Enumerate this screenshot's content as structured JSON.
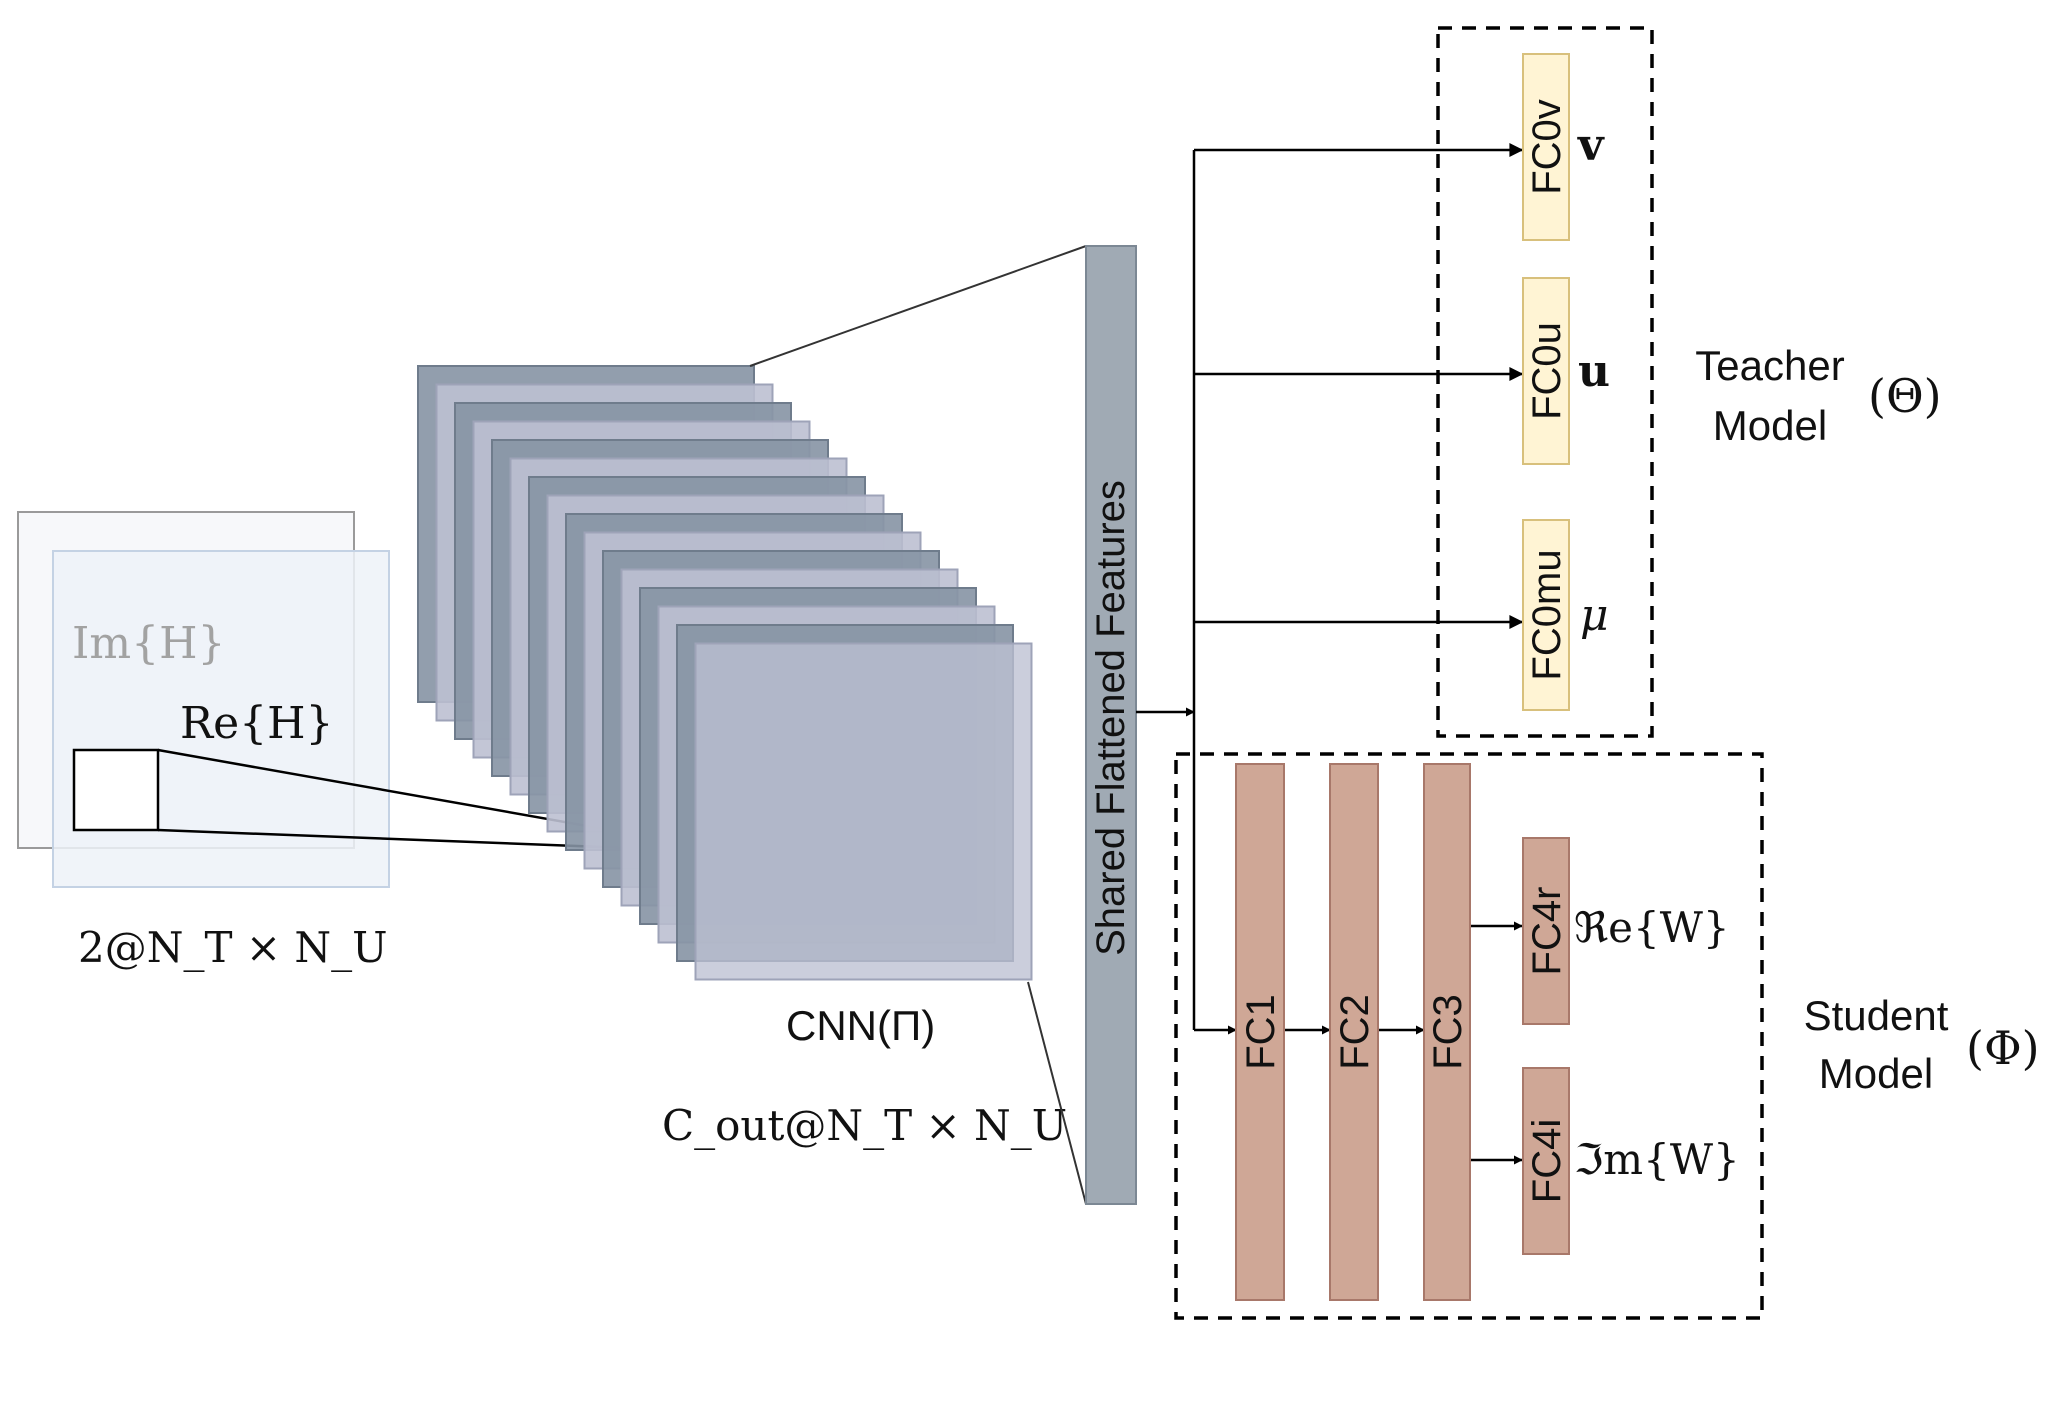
{
  "input": {
    "imag_label": "Im{H}",
    "real_label": "Re{H}",
    "dims_label": "2@N_T × N_U"
  },
  "cnn": {
    "label": "CNN(Π)",
    "dims_label": "C_out@N_T × N_U"
  },
  "features": {
    "label": "Shared Flattened Features"
  },
  "teacher": {
    "layers": [
      "FC0v",
      "FC0u",
      "FC0mu"
    ],
    "outputs": [
      "v",
      "u",
      "μ"
    ],
    "title_line1": "Teacher",
    "title_line2": "Model",
    "symbol": "(Θ)"
  },
  "student": {
    "hidden_layers": [
      "FC1",
      "FC2",
      "FC3"
    ],
    "output_layers": [
      "FC4r",
      "FC4i"
    ],
    "outputs": [
      "ℜe{W}",
      "ℑm{W}"
    ],
    "title_line1": "Student",
    "title_line2": "Model",
    "symbol": "(Φ)"
  },
  "colors": {
    "input_frame": "#8c8c8c",
    "input_real_fill": "#eef2f8",
    "cnn_dark": "#8694a4",
    "cnn_light": "#bcc0d2",
    "features_bar": "#a0aab4",
    "teacher_fill": "#fff4d4",
    "teacher_stroke": "#d8c07c",
    "student_fill": "#cfa796",
    "student_stroke": "#a8786a"
  }
}
